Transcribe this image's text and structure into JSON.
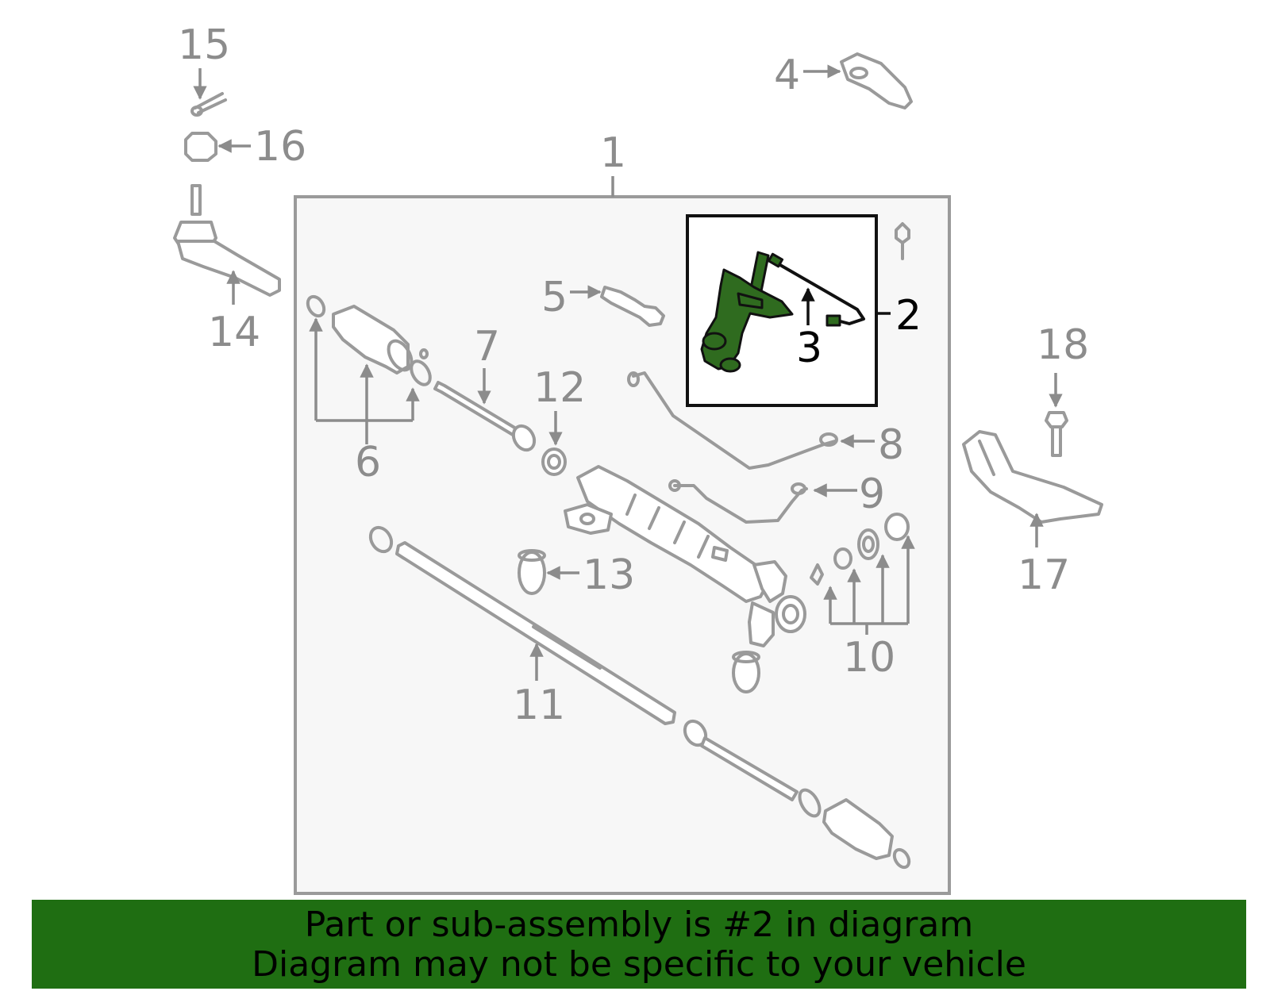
{
  "callouts": {
    "c1": "1",
    "c2": "2",
    "c3": "3",
    "c4": "4",
    "c5": "5",
    "c6": "6",
    "c7": "7",
    "c8": "8",
    "c9": "9",
    "c10": "10",
    "c11": "11",
    "c12": "12",
    "c13": "13",
    "c14": "14",
    "c15": "15",
    "c16": "16",
    "c17": "17",
    "c18": "18"
  },
  "highlighted_part": "2",
  "colors": {
    "banner": "#1f6e12",
    "highlight": "#2f6b1f",
    "callout": "#8c8c8c",
    "frame": "#9a9a9a"
  },
  "banner": {
    "line1": "Part or sub-assembly is #2 in diagram",
    "line2": "Diagram may not be specific to your vehicle"
  }
}
